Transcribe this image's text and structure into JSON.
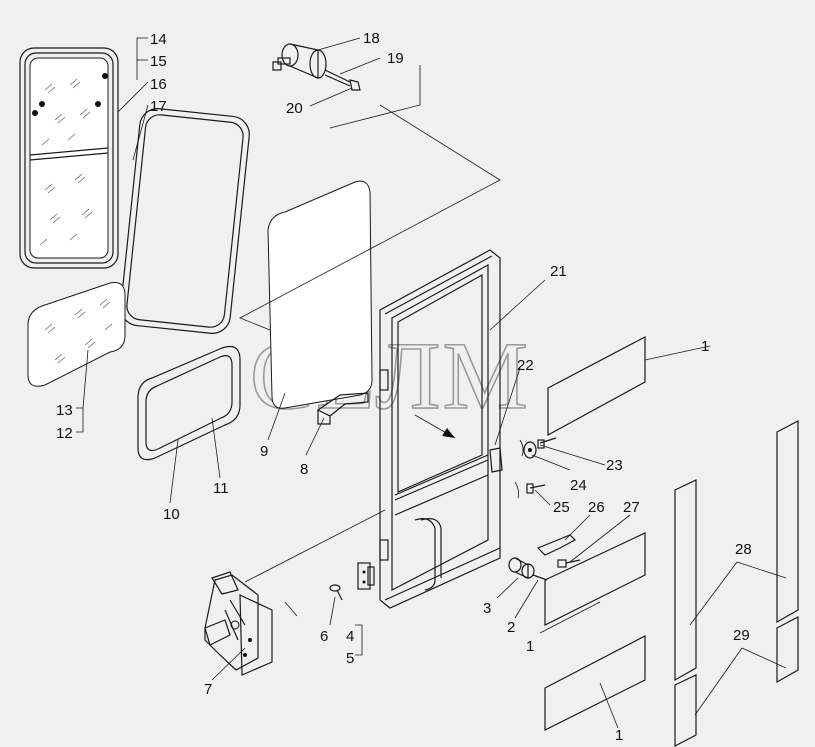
{
  "watermark": "СЕЛМ",
  "callouts": [
    {
      "id": "c14",
      "text": "14"
    },
    {
      "id": "c15",
      "text": "15"
    },
    {
      "id": "c16",
      "text": "16"
    },
    {
      "id": "c17",
      "text": "17"
    },
    {
      "id": "c18",
      "text": "18"
    },
    {
      "id": "c19",
      "text": "19"
    },
    {
      "id": "c20",
      "text": "20"
    },
    {
      "id": "c21",
      "text": "21"
    },
    {
      "id": "c22",
      "text": "22"
    },
    {
      "id": "c23",
      "text": "23"
    },
    {
      "id": "c24",
      "text": "24"
    },
    {
      "id": "c25",
      "text": "25"
    },
    {
      "id": "c26",
      "text": "26"
    },
    {
      "id": "c27",
      "text": "27"
    },
    {
      "id": "c28",
      "text": "28"
    },
    {
      "id": "c29",
      "text": "29"
    },
    {
      "id": "c1a",
      "text": "1"
    },
    {
      "id": "c1b",
      "text": "1"
    },
    {
      "id": "c1c",
      "text": "1"
    },
    {
      "id": "c2",
      "text": "2"
    },
    {
      "id": "c3",
      "text": "3"
    },
    {
      "id": "c4",
      "text": "4"
    },
    {
      "id": "c5",
      "text": "5"
    },
    {
      "id": "c6",
      "text": "6"
    },
    {
      "id": "c7",
      "text": "7"
    },
    {
      "id": "c8",
      "text": "8"
    },
    {
      "id": "c9",
      "text": "9"
    },
    {
      "id": "c10",
      "text": "10"
    },
    {
      "id": "c11",
      "text": "11"
    },
    {
      "id": "c12",
      "text": "12"
    },
    {
      "id": "c13",
      "text": "13"
    }
  ]
}
